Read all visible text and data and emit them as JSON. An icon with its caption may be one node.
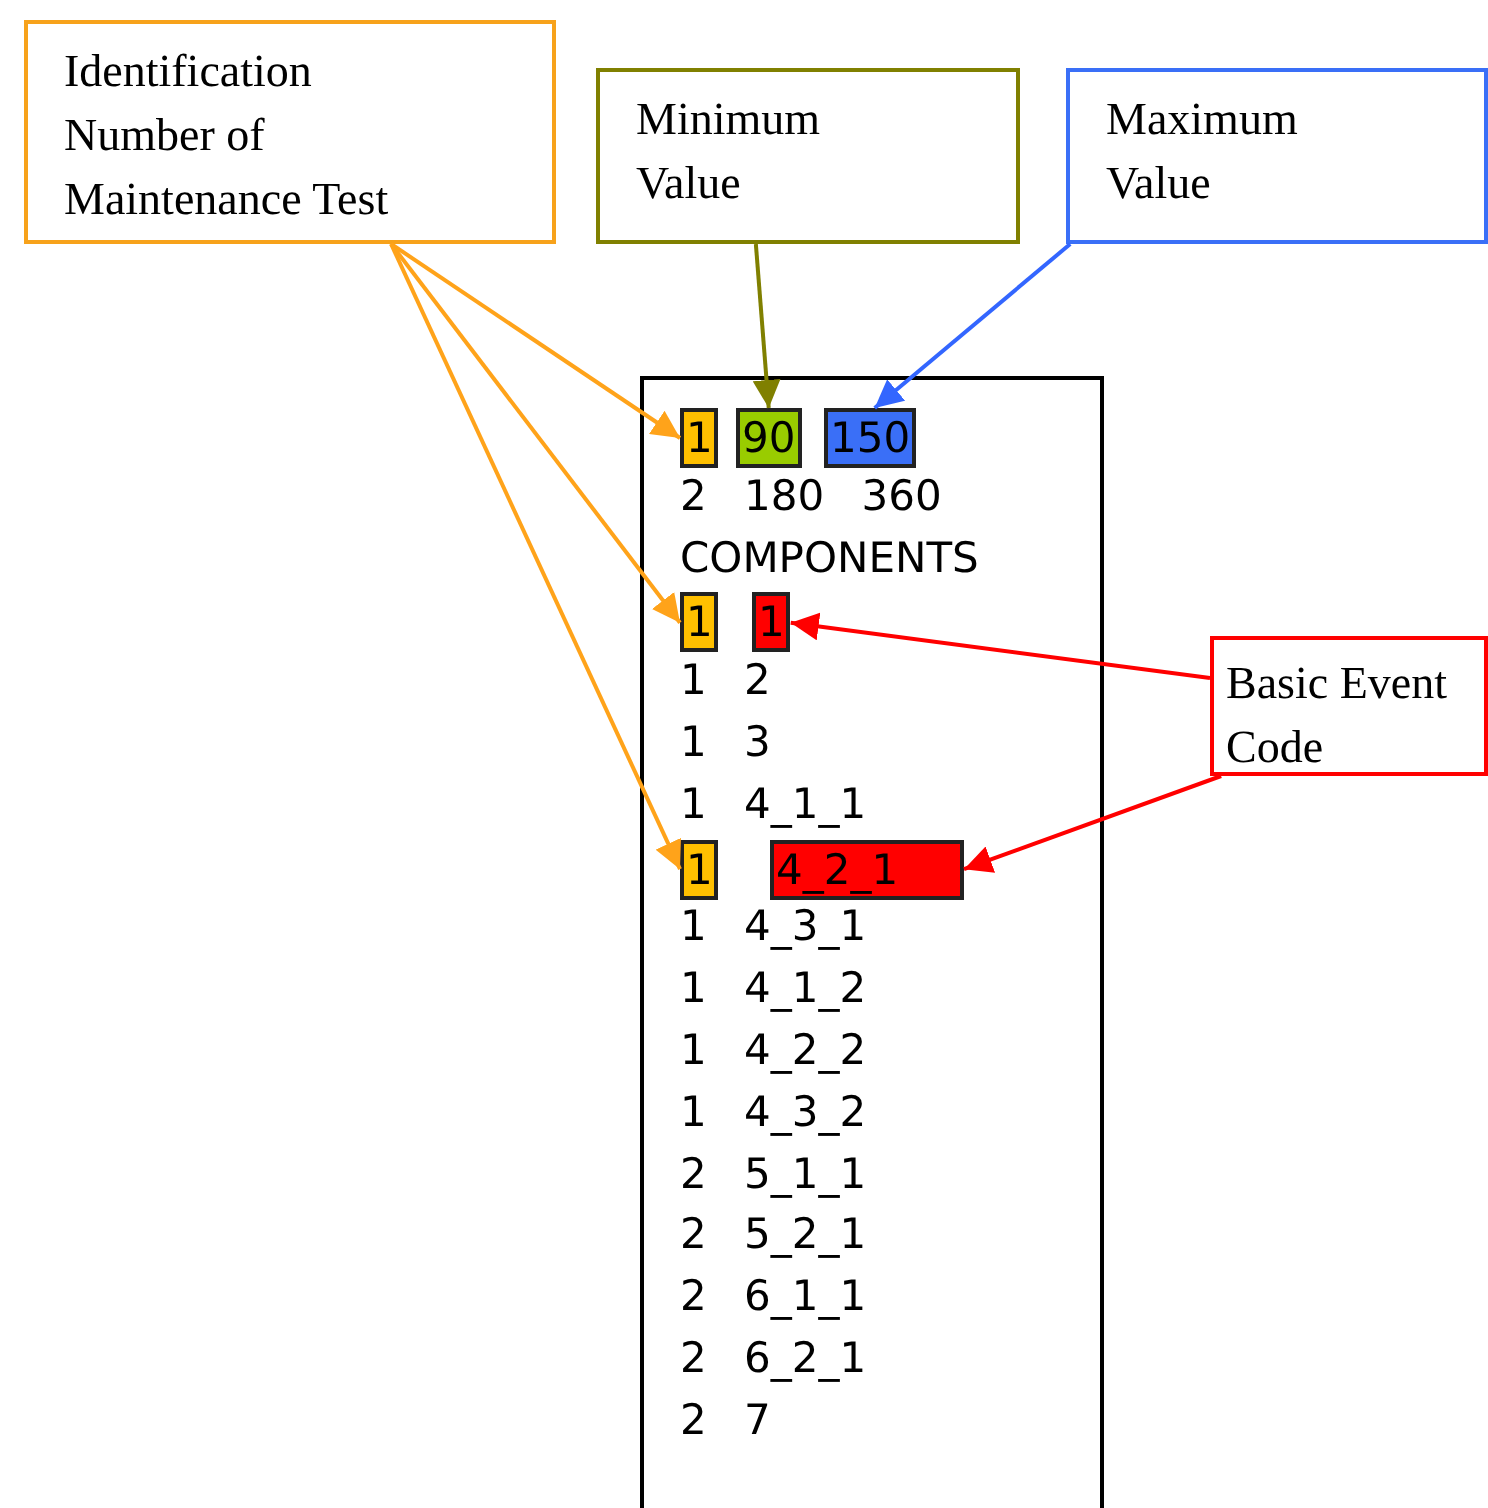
{
  "diagram": {
    "nodes": [
      {
        "text": [
          "Identification Number of Maintenance Test"
        ]
      },
      {
        "text": [
          "Minimum Value"
        ]
      },
      {
        "text": [
          "Maximum Value"
        ]
      },
      {
        "text": [
          "2 180 360",
          "COMPONENTS",
          "1 2",
          "1 3",
          "1 4_1_1",
          "1 4_3_1",
          "1 4_1_2",
          "1 4_2_2",
          "1 4_3_2",
          "2 5_1_1",
          "2 5_2_1",
          "2 6_1_1",
          "2 6_2_1",
          "2 7"
        ]
      },
      {
        "text": [
          "1"
        ],
        "in": 3
      },
      {
        "text": [
          "90"
        ],
        "in": 3
      },
      {
        "text": [
          "150"
        ],
        "in": 3
      },
      {
        "text": [
          "1"
        ],
        "in": 3
      },
      {
        "text": [
          "1"
        ],
        "in": 3
      },
      {
        "text": [
          "1"
        ],
        "in": 3
      },
      {
        "text": [
          "4_2_1"
        ],
        "in": 3
      },
      {
        "text": [
          "Basic Event Code"
        ]
      }
    ],
    "edges": [
      {
        "from": 0,
        "to": 4,
        "arrow": "to"
      },
      {
        "from": 0,
        "to": 7,
        "arrow": "to"
      },
      {
        "from": 0,
        "to": 9,
        "arrow": "to"
      },
      {
        "from": 1,
        "to": 5,
        "arrow": "to",
        "color": "#808000"
      },
      {
        "from": 2,
        "to": 6,
        "arrow": "to",
        "color": "#3366ff"
      },
      {
        "from": 11,
        "to": 8,
        "arrow": "to",
        "color": "#ff0000"
      },
      {
        "from": 11,
        "to": 10,
        "arrow": "to",
        "color": "#ff0000"
      }
    ]
  }
}
